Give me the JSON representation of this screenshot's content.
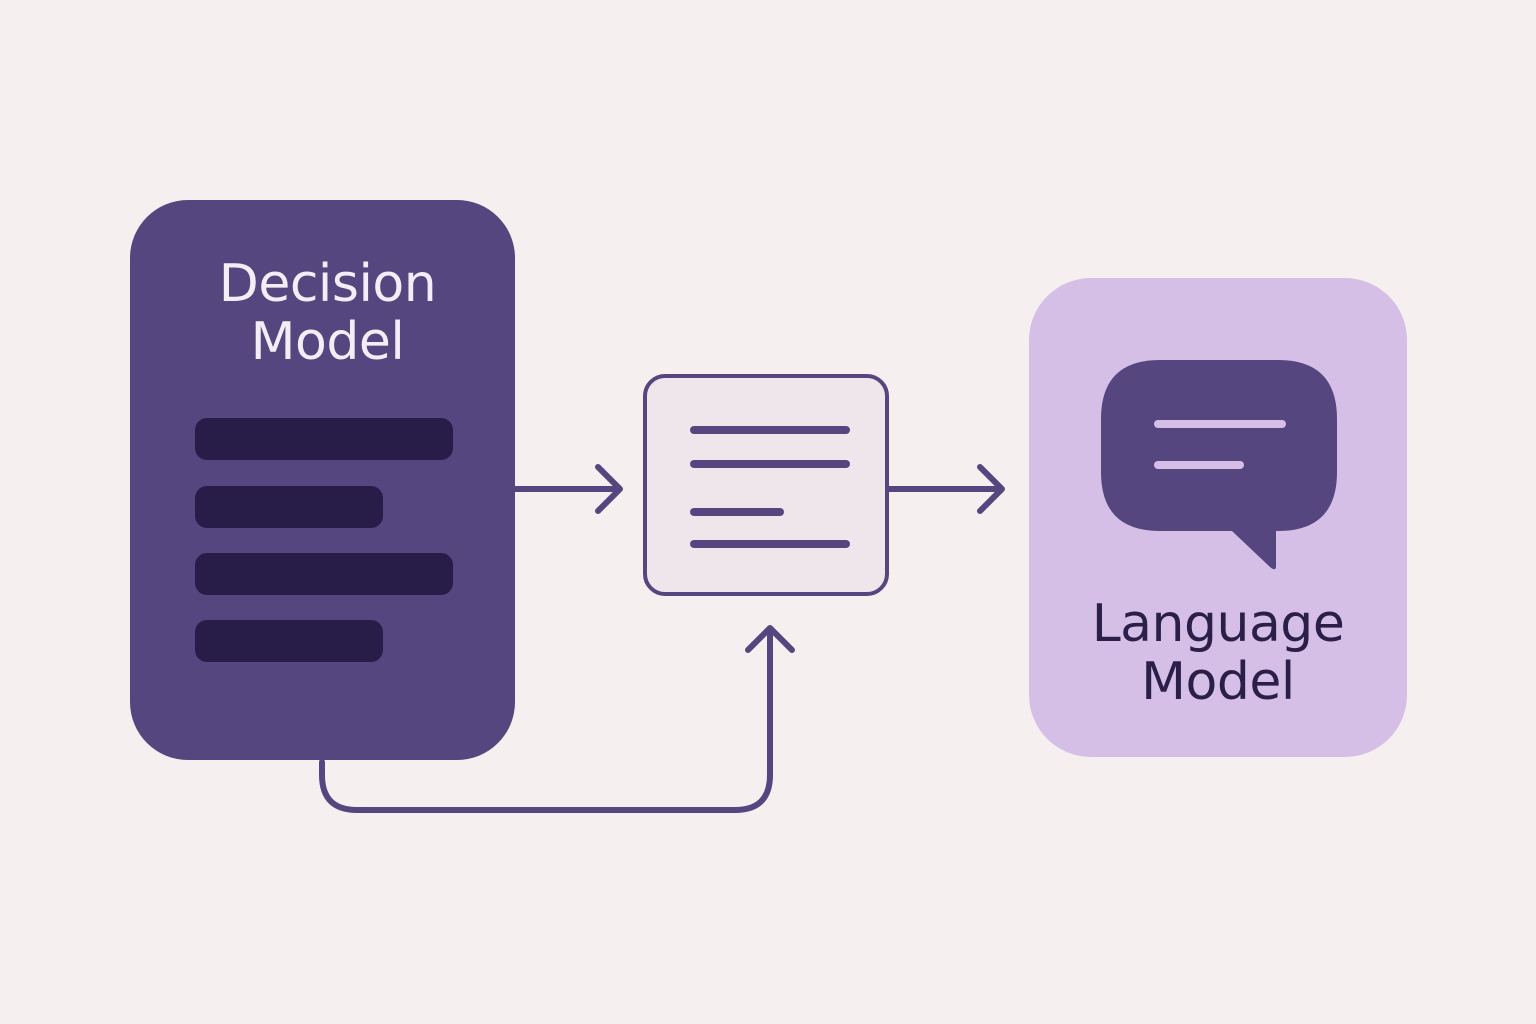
{
  "diagram": {
    "decision_model": {
      "title_line_1": "Decision",
      "title_line_2": "Model",
      "color": "#56467f",
      "bar_color": "#281c48"
    },
    "document": {
      "icon": "document-lines-icon",
      "color": "#56467f",
      "fill": "#efe6ec"
    },
    "language_model": {
      "title_line_1": "Language",
      "title_line_2": "Model",
      "icon": "chat-bubble-icon",
      "color": "#d5bfe6",
      "text_color": "#2b1f4a"
    },
    "colors": {
      "background": "#f5f0ef",
      "arrows": "#56467f"
    }
  }
}
